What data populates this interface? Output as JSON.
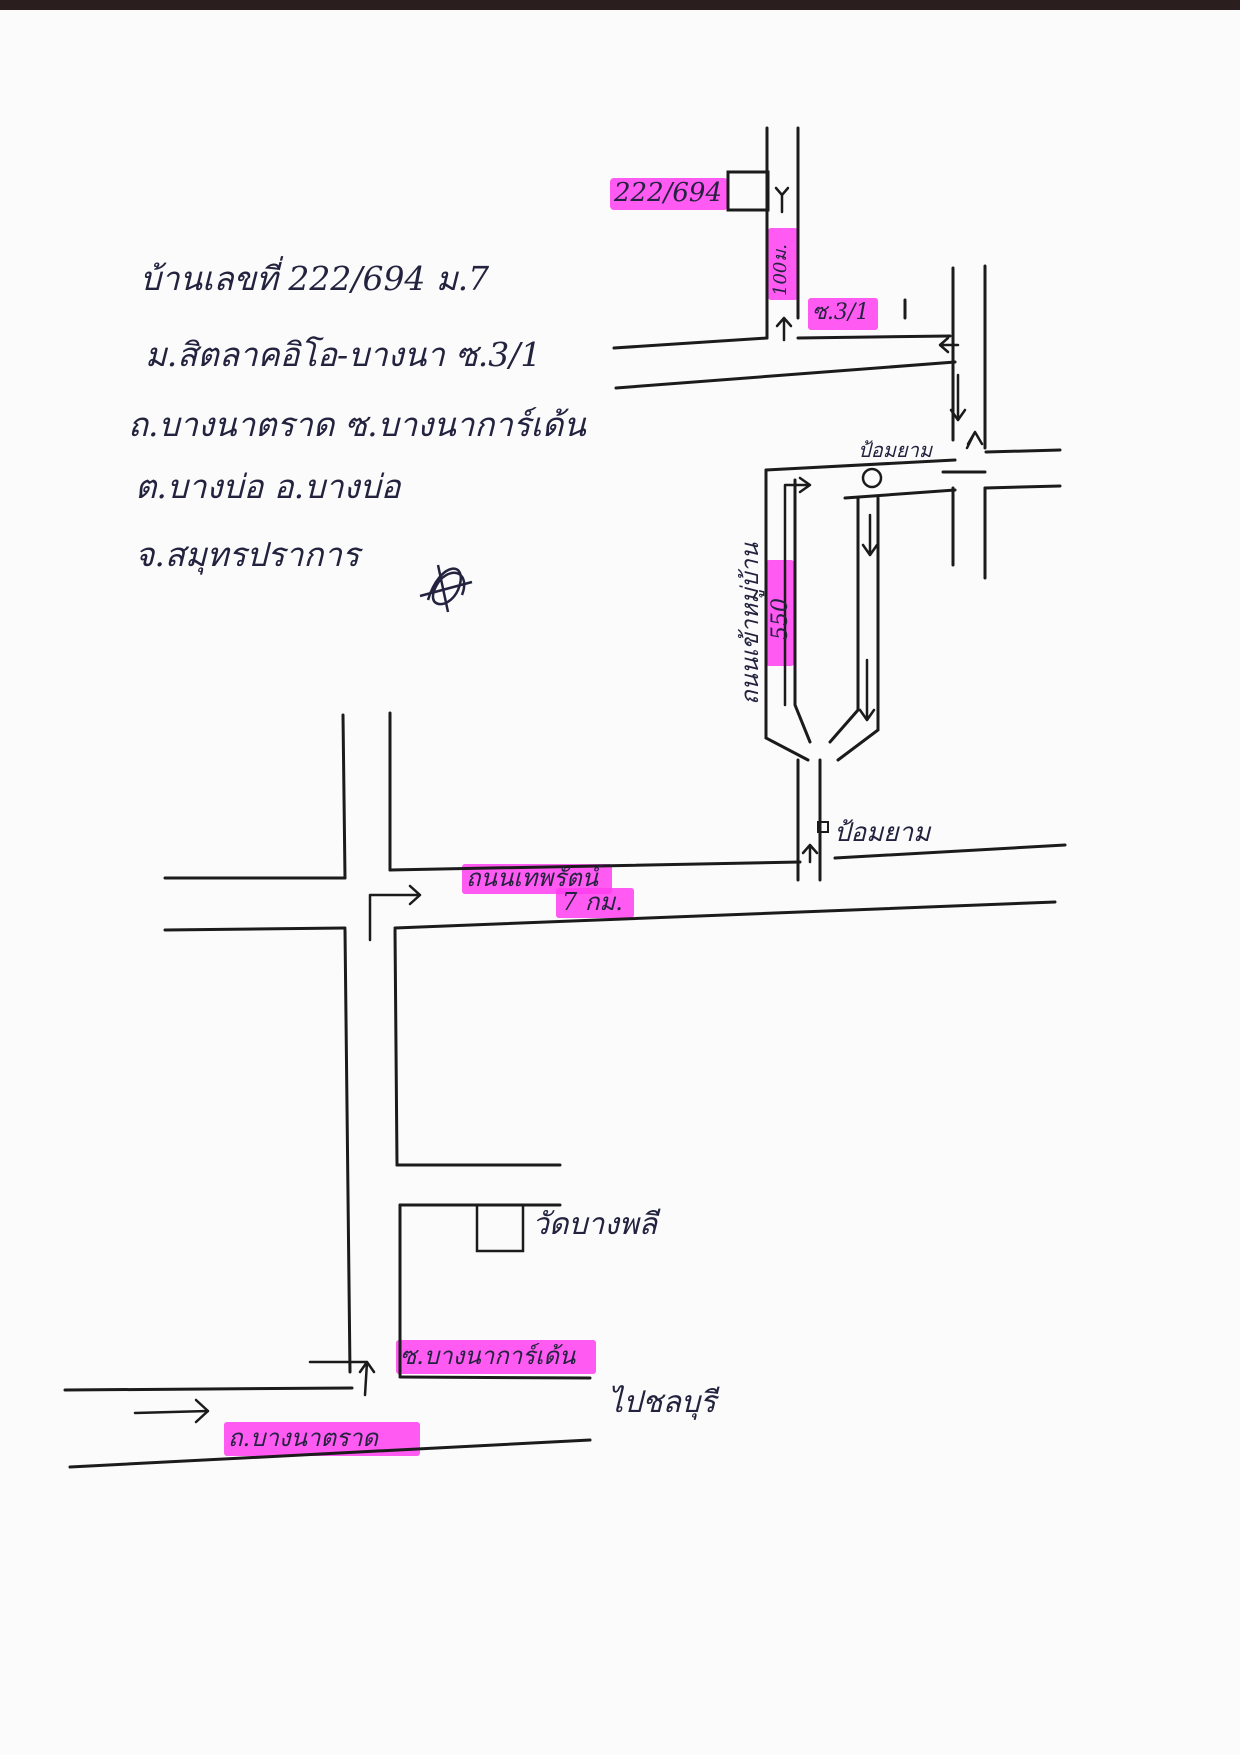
{
  "address": {
    "line1": "บ้านเลขที่ 222/694 ม.7",
    "line2": "ม.สิตลาคอิโอ-บางนา ซ.3/1",
    "line3": "ถ.บางนาตราด ซ.บางนาการ์เด้น",
    "line4": "ต.บางบ่อ อ.บางบ่อ",
    "line5": "จ.สมุทรปราการ"
  },
  "map_labels": {
    "house_number": "222/694",
    "distance_house": "100ม.",
    "soi_label": "ซ.3/1",
    "guard_post": "ป้อมยาม",
    "village_road": "ถนนเข้าหมู่บ้าน",
    "distance_village": "550",
    "checkpoint": "ป้อมยาม",
    "road_main": "ถนนเทพรัตน์",
    "distance_main": "7 กม.",
    "temple": "วัดบางพลี",
    "soi_garden": "ซ.บางนาการ์เด้น",
    "highway": "ถ.บางนาตราด",
    "to_chonburi": "ไปชลบุรี"
  },
  "colors": {
    "ink": "#23233f",
    "road_line": "#1b1b1b",
    "highlight": "#ff3df0"
  }
}
